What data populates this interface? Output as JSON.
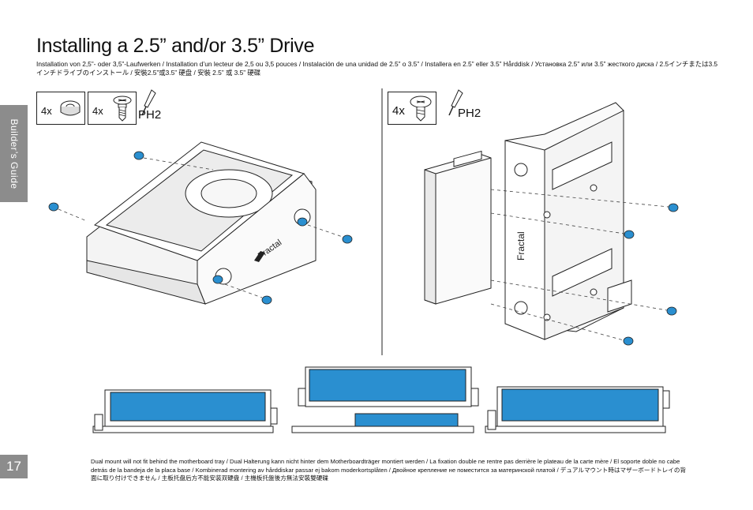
{
  "title": "Installing a 2.5” and/or 3.5” Drive",
  "subtitle": "Installation von 2,5”- oder 3,5”-Laufwerken  / Installation d’un lecteur de 2,5 ou 3,5 pouces  / Instalación de una unidad de 2.5” o 3.5”  / Installera en 2.5” eller 3.5” Hårddisk / Установка 2.5” или 3.5” жесткого диска  / 2.5インチまたは3.5インチドライブのインストール  / 安裝2.5”或3.5” 硬盘 / 安裝 2.5” 或 3.5” 硬碟",
  "side_tab": "Builder’s Guide",
  "page_number": "17",
  "parts_left": {
    "qty_grommet": "4x",
    "qty_screw": "4x",
    "tool": "PH2"
  },
  "parts_right": {
    "qty_screw": "4x",
    "tool": "PH2"
  },
  "brand_logo": "Fractal",
  "footer_note": "Dual mount will not fit behind the motherboard tray / Dual Halterung kann nicht hinter dem Motherboardträger montiert werden / La fixation double ne rentre pas derrière le plateau de la carte mère / El soporte doble no cabe detrás de la bandeja de la placa base / Kombinerad montering av hårddiskar passar ej bakom moderkortsplåten / Двойное крепление не поместится за материнской платой / デュアルマウント時はマザーボードトレイの背面に取り付けできません / 主板托盘后方不能安装双硬盘 / 主機板托盤後方無法安裝雙硬碟",
  "colors": {
    "accent_blue": "#2a8fd0",
    "tab_gray": "#8c8c8c",
    "line": "#222222"
  }
}
